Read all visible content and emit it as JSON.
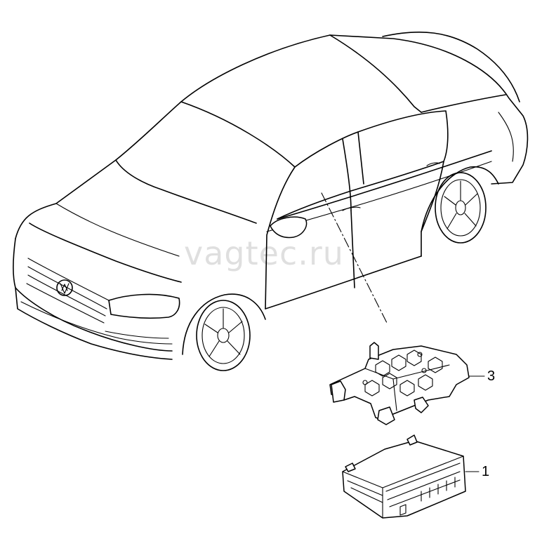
{
  "callouts": [
    {
      "label": "3"
    },
    {
      "label": "1"
    }
  ],
  "watermark": "vagtec.ru",
  "colors": {
    "line": "#000000",
    "background": "#ffffff"
  }
}
